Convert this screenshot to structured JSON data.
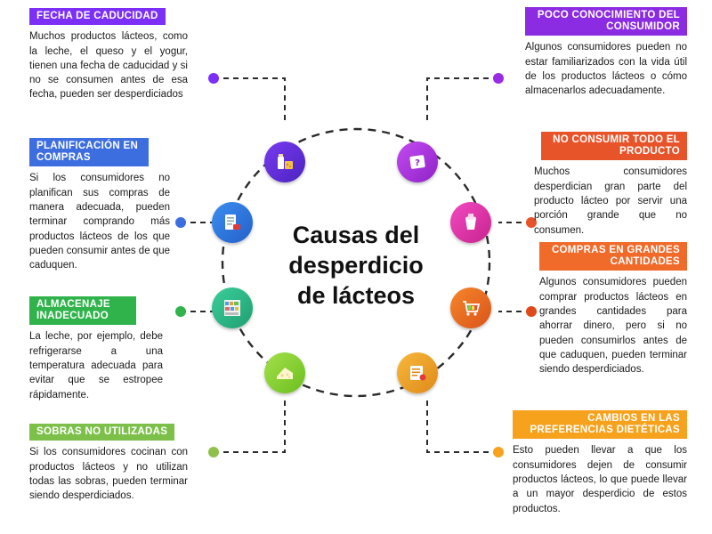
{
  "title_lines": [
    "Causas del",
    "desperdicio",
    "de lácteos"
  ],
  "left": [
    {
      "tag": "FECHA DE CADUCIDAD",
      "color": "#7b2ff7",
      "text": "Muchos productos lácteos, como la leche, el queso y el yogur, tienen una fecha de caducidad y si no se consumen antes de esa fecha, pueden ser desperdiciados"
    },
    {
      "tag": "PLANIFICACIÓN EN COMPRAS",
      "color": "#3d6ee0",
      "text": "Si los consumidores no planifican sus compras de manera adecuada, pueden terminar comprando más productos lácteos de los que pueden consumir antes de que caduquen."
    },
    {
      "tag": "ALMACENAJE INADECUADO",
      "color": "#2fb34a",
      "text": "La leche, por ejemplo, debe refrigerarse a una temperatura adecuada para evitar que se estropee rápidamente."
    },
    {
      "tag": "SOBRAS NO UTILIZADAS",
      "color": "#7cc04a",
      "text": "Si los consumidores cocinan con productos lácteos y no utilizan todas las sobras, pueden terminar siendo desperdiciados."
    }
  ],
  "right": [
    {
      "tag": "POCO CONOCIMIENTO DEL CONSUMIDOR",
      "color": "#8b2be2",
      "text": "Algunos consumidores pueden no estar familiarizados con la vida útil de los productos lácteos o cómo almacenarlos adecuadamente."
    },
    {
      "tag": "NO CONSUMIR TODO EL PRODUCTO",
      "color": "#e8542a",
      "text": "Muchos consumidores desperdician gran parte del producto lácteo por servir una porción grande que no consumen."
    },
    {
      "tag": "COMPRAS EN GRANDES CANTIDADES",
      "color": "#f06a2a",
      "text": "Algunos consumidores pueden comprar productos lácteos en grandes cantidades para ahorrar dinero, pero si no pueden consumirlos antes de que caduquen, pueden terminar siendo desperdiciados."
    },
    {
      "tag": "CAMBIOS EN LAS PREFERENCIAS DIETÉTICAS",
      "color": "#f6a21c",
      "text": "Esto pueden llevar a que los consumidores dejen de consumir productos lácteos, lo que puede llevar a un mayor desperdicio de estos productos."
    }
  ],
  "icons": [
    {
      "name": "dairy-products-icon",
      "color": "#5b2bd1"
    },
    {
      "name": "shopping-list-icon",
      "color": "#2b7bd9"
    },
    {
      "name": "shelves-icon",
      "color": "#2bb58a"
    },
    {
      "name": "cheese-icon",
      "color": "#8fd12b"
    },
    {
      "name": "question-box-icon",
      "color": "#b42be0"
    },
    {
      "name": "milk-cup-icon",
      "color": "#e02bb0"
    },
    {
      "name": "shopping-cart-icon",
      "color": "#f06a1a"
    },
    {
      "name": "food-list-icon",
      "color": "#f0a21a"
    }
  ]
}
